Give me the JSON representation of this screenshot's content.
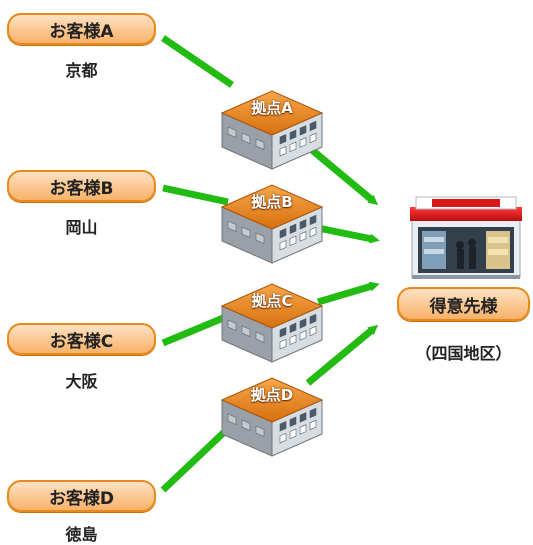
{
  "customers": [
    {
      "label": "お客様A",
      "city": "京都"
    },
    {
      "label": "お客様B",
      "city": "岡山"
    },
    {
      "label": "お客様C",
      "city": "大阪"
    },
    {
      "label": "お客様D",
      "city": "徳島"
    }
  ],
  "bases": [
    {
      "label": "拠点A"
    },
    {
      "label": "拠点B"
    },
    {
      "label": "拠点C"
    },
    {
      "label": "拠点D"
    }
  ],
  "destination": {
    "label": "得意先様",
    "region": "（四国地区）"
  },
  "colors": {
    "arrow": "#22bb11",
    "pill_border": "#e8891c",
    "roof": "#e8891c",
    "building_side": "#9aa0a8"
  }
}
